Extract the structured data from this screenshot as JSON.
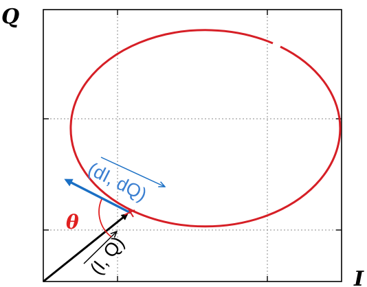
{
  "axes": {
    "y_label": "Q",
    "x_label": "I"
  },
  "annotations": {
    "angle_label": "θ",
    "position_vector_label": "(I, Q)",
    "tangent_vector_label": "(dI, dQ)"
  },
  "colors": {
    "ellipse": "#d61f26",
    "tangent": "#1a6fc4",
    "tangent_label": "#3b7fd1",
    "angle": "#e02020",
    "position_vector": "#000000",
    "grid": "#8a8a8a",
    "frame": "#000000"
  }
}
